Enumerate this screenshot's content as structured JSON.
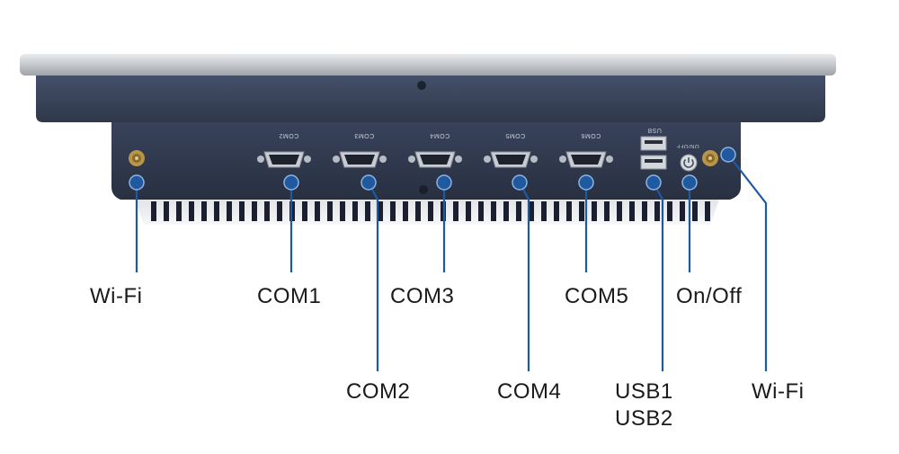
{
  "colors": {
    "callout": "#1f5aa0",
    "panel_body": "#3b4558",
    "bezel": "#c9ccd0",
    "text": "#1a1a1a"
  },
  "labels": {
    "wifi_left": "Wi-Fi",
    "com1": "COM1",
    "com2": "COM2",
    "com3": "COM3",
    "com4": "COM4",
    "com5": "COM5",
    "usb1": "USB1",
    "usb2": "USB2",
    "on_off": "On/Off",
    "wifi_right": "Wi-Fi"
  },
  "silkscreen": {
    "com2": "COM2",
    "com3": "COM3",
    "com4": "COM4",
    "com5": "COM5",
    "com6": "COM6",
    "usb": "USB",
    "on_off": "ON/OFF"
  }
}
